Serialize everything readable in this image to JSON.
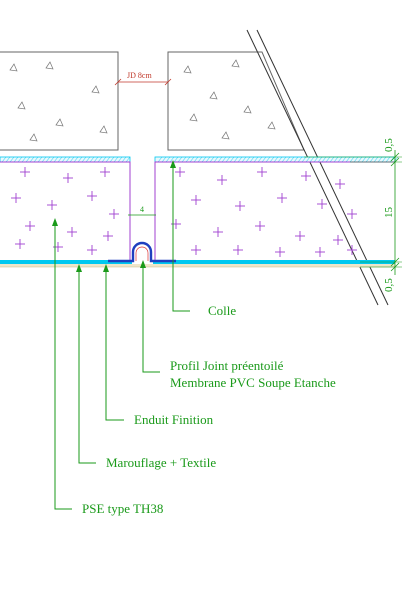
{
  "dimensions": {
    "joint_width": "JD 8cm",
    "profile_width": "4",
    "right": [
      "0,5",
      "15",
      "0,5"
    ]
  },
  "labels": {
    "colle": "Colle",
    "profil_line1": "Profil Joint préentoilé",
    "profil_line2": "Membrane PVC Soupe Etanche",
    "enduit": "Enduit Finition",
    "marouflage": "Marouflage + Textile",
    "pse": "PSE type TH38"
  },
  "colors": {
    "leader": "#1a9a1a",
    "insulation_cross": "#a040d0",
    "membrane": "#00c8f0",
    "profile": "#1f3fbf",
    "jd_dimension": "#c0392b",
    "outline": "#555555"
  }
}
